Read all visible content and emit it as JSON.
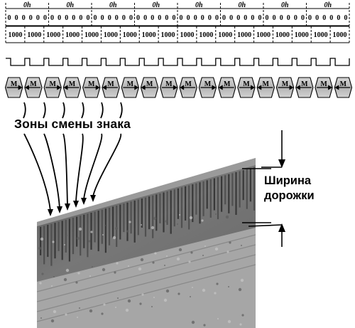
{
  "hex_row": {
    "label": "0h",
    "count": 8,
    "digits": [
      "0",
      "0",
      "0",
      "0",
      "0",
      "0",
      "0",
      "0",
      "0",
      "0",
      "0",
      "0",
      "0",
      "0",
      "0",
      "0",
      "0",
      "0",
      "0",
      "0",
      "0",
      "0",
      "0",
      "0",
      "0",
      "0",
      "0",
      "0",
      "0",
      "0",
      "0",
      "0",
      "0",
      "0",
      "0",
      "0",
      "0",
      "0",
      "0",
      "0",
      "0",
      "0",
      "0",
      "0",
      "0",
      "0",
      "0",
      "0"
    ]
  },
  "binary_row": {
    "groups": [
      "1000",
      "1000",
      "1000",
      "1000",
      "1000",
      "1000",
      "1000",
      "1000",
      "1000",
      "1000",
      "1000",
      "1000",
      "1000",
      "1000",
      "1000",
      "1000",
      "1000",
      "1000"
    ]
  },
  "magnet_row": {
    "letter": "M",
    "count": 18,
    "directions": [
      "right",
      "left",
      "right",
      "left",
      "right",
      "left",
      "right",
      "left",
      "right",
      "left",
      "right",
      "left",
      "right",
      "left",
      "right",
      "left",
      "right",
      "left"
    ]
  },
  "labels": {
    "zones": "Зоны смены знака",
    "track_width_line1": "Ширина",
    "track_width_line2": "дорожки"
  }
}
